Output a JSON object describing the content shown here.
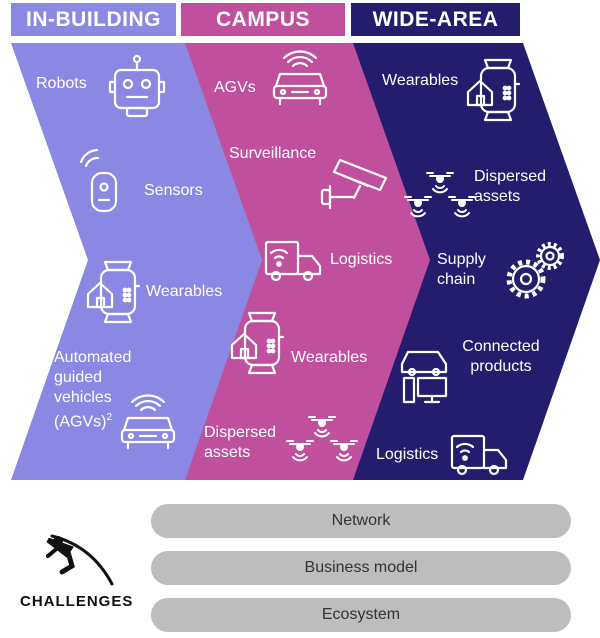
{
  "headers": {
    "in_building": "IN-BUILDING",
    "campus": "CAMPUS",
    "wide_area": "WIDE-AREA"
  },
  "colors": {
    "in_building": "#8b88e3",
    "campus": "#c0509e",
    "wide_area": "#241d6e",
    "pill": "#bdbdbd"
  },
  "in_building": {
    "robots": "Robots",
    "sensors": "Sensors",
    "wearables": "Wearables",
    "agvs": "Automated guided vehicles (AGVs)",
    "agvs_sup": "2"
  },
  "campus": {
    "agvs": "AGVs",
    "surveillance": "Surveillance",
    "logistics": "Logistics",
    "wearables": "Wearables",
    "dispersed_assets": "Dispersed assets"
  },
  "wide_area": {
    "wearables": "Wearables",
    "dispersed_assets": "Dispersed assets",
    "supply_chain": "Supply chain",
    "connected_products": "Connected products",
    "logistics": "Logistics"
  },
  "challenges": {
    "title": "CHALLENGES",
    "items": [
      "Network",
      "Business model",
      "Ecosystem"
    ]
  }
}
